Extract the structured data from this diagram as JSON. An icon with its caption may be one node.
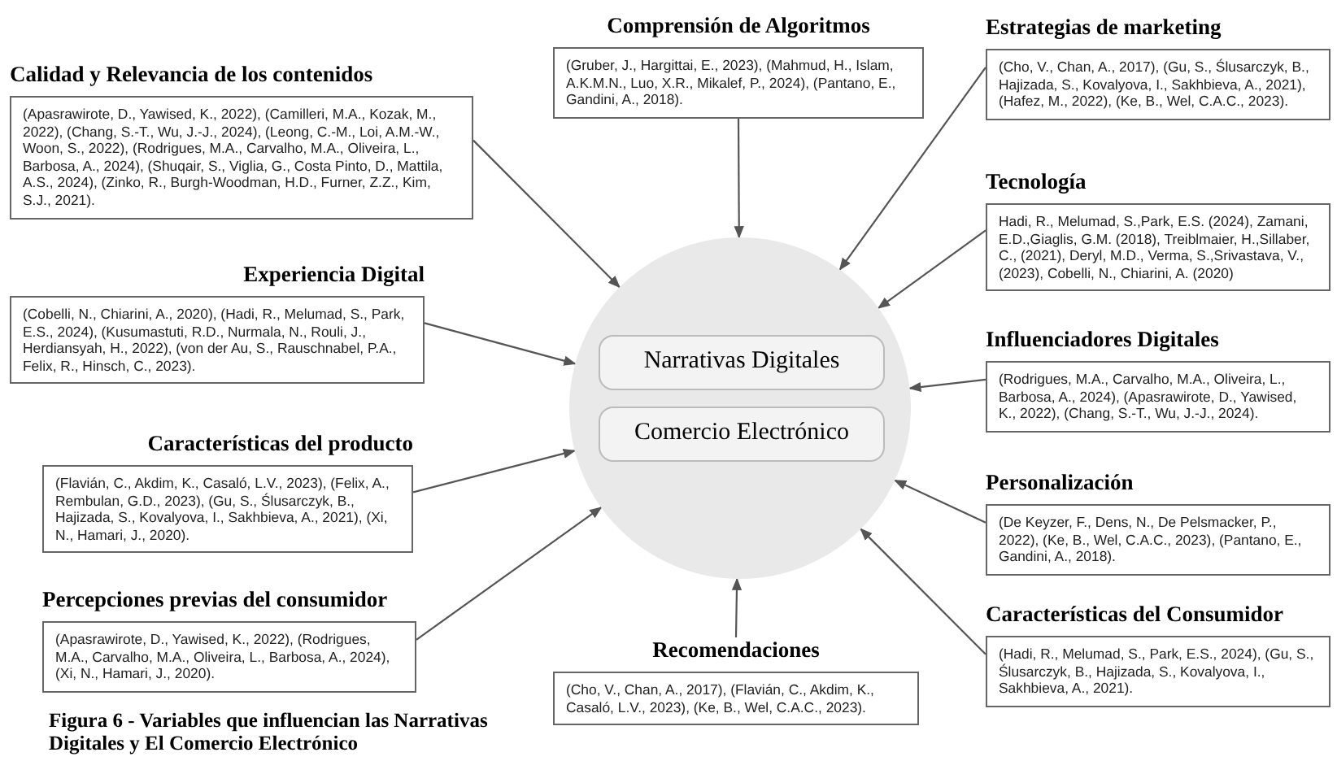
{
  "diagram": {
    "caption": "Figura 6 - Variables que influencian las Narrativas Digitales y El Comercio Electrónico",
    "nodes": [
      {
        "text": [],
        "shape": "circle"
      },
      {
        "text": [
          "Narrativas Digitales"
        ],
        "in": 0
      },
      {
        "text": [
          "Comercio Electrónico"
        ],
        "in": 0
      },
      {
        "text": [
          "Calidad y Relevancia de los contenidos",
          "(Apasrawirote, D., Yawised, K., 2022), (Camilleri, M.A., Kozak, M., 2022), (Chang, S.-T., Wu, J.-J., 2024), (Leong, C.-M., Loi, A.M.-W., Woon, S., 2022), (Rodrigues, M.A., Carvalho, M.A., Oliveira, L., Barbosa, A., 2024), (Shuqair, S., Viglia, G., Costa Pinto, D., Mattila, A.S., 2024), (Zinko, R., Burgh-Woodman, H.D., Furner, Z.Z., Kim, S.J., 2021)."
        ]
      },
      {
        "text": [
          "Comprensión de Algoritmos",
          "(Gruber, J., Hargittai, E., 2023), (Mahmud, H., Islam, A.K.M.N., Luo, X.R., Mikalef, P., 2024), (Pantano, E., Gandini, A., 2018)."
        ]
      },
      {
        "text": [
          "Estrategias de marketing",
          "(Cho, V., Chan, A., 2017), (Gu, S., Ślusarczyk, B., Hajizada, S., Kovalyova, I., Sakhbieva, A., 2021), (Hafez, M., 2022), (Ke, B., Wel, C.A.C., 2023)."
        ]
      },
      {
        "text": [
          "Tecnología",
          "Hadi, R., Melumad, S.,Park, E.S. (2024), Zamani, E.D.,Giaglis, G.M. (2018), Treiblmaier, H.,Sillaber, C., (2021), Deryl, M.D., Verma, S.,Srivastava, V., (2023), Cobelli, N., Chiarini, A. (2020)"
        ]
      },
      {
        "text": [
          "Experiencia Digital",
          "(Cobelli, N., Chiarini, A., 2020), (Hadi, R., Melumad, S., Park, E.S., 2024), (Kusumastuti, R.D., Nurmala, N., Rouli, J., Herdiansyah, H., 2022), (von der Au, S., Rauschnabel, P.A., Felix, R., Hinsch, C., 2023)."
        ]
      },
      {
        "text": [
          "Influenciadores Digitales",
          "(Rodrigues, M.A., Carvalho, M.A., Oliveira, L., Barbosa, A., 2024), (Apasrawirote, D., Yawised, K., 2022), (Chang, S.-T., Wu, J.-J., 2024)."
        ]
      },
      {
        "text": [
          "Características del producto",
          "(Flavián, C., Akdim, K., Casaló, L.V., 2023), (Felix, A., Rembulan, G.D., 2023), (Gu, S., Ślusarczyk, B., Hajizada, S., Kovalyova, I., Sakhbieva, A., 2021), (Xi, N., Hamari, J., 2020)."
        ]
      },
      {
        "text": [
          "Personalización",
          "(De Keyzer, F., Dens, N., De Pelsmacker, P., 2022), (Ke, B., Wel, C.A.C., 2023), (Pantano, E., Gandini, A., 2018)."
        ]
      },
      {
        "text": [
          "Percepciones previas del consumidor",
          "(Apasrawirote, D., Yawised, K., 2022), (Rodrigues, M.A., Carvalho, M.A., Oliveira, L., Barbosa, A., 2024), (Xi, N., Hamari, J., 2020)."
        ]
      },
      {
        "text": [
          "Características del Consumidor",
          "(Hadi, R., Melumad, S., Park, E.S., 2024), (Gu, S., Ślusarczyk, B., Hajizada, S., Kovalyova, I., Sakhbieva, A., 2021)."
        ]
      },
      {
        "text": [
          "Recomendaciones",
          "(Cho, V., Chan, A., 2017), (Flavián, C., Akdim, K., Casaló, L.V., 2023), (Ke, B., Wel, C.A.C., 2023)."
        ]
      }
    ],
    "edges": [
      {
        "from": 3,
        "to": 0,
        "arrow": "to"
      },
      {
        "from": 4,
        "to": 0,
        "arrow": "to"
      },
      {
        "from": 5,
        "to": 0,
        "arrow": "to"
      },
      {
        "from": 6,
        "to": 0,
        "arrow": "to"
      },
      {
        "from": 7,
        "to": 0,
        "arrow": "to"
      },
      {
        "from": 8,
        "to": 0,
        "arrow": "to"
      },
      {
        "from": 9,
        "to": 0,
        "arrow": "to"
      },
      {
        "from": 10,
        "to": 0,
        "arrow": "to"
      },
      {
        "from": 11,
        "to": 0,
        "arrow": "to"
      },
      {
        "from": 12,
        "to": 0,
        "arrow": "to"
      },
      {
        "from": 13,
        "to": 0,
        "arrow": "to"
      }
    ]
  }
}
